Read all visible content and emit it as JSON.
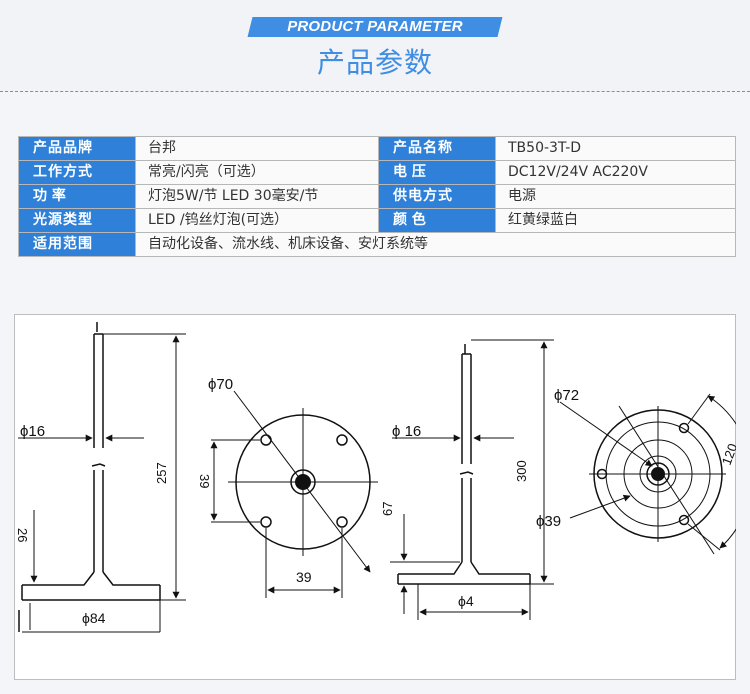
{
  "header": {
    "banner_text": "PRODUCT PARAMETER",
    "title_cn": "产品参数",
    "accent_color": "#3f8ee3"
  },
  "params": {
    "rows": [
      {
        "l1": "产品品牌",
        "v1": "台邦",
        "l2": "产品名称",
        "v2": "TB50-3T-D"
      },
      {
        "l1": "工作方式",
        "v1": "常亮/闪亮（可选）",
        "l2": "电  压",
        "v2": "DC12V/24V  AC220V"
      },
      {
        "l1": "功  率",
        "v1": "灯泡5W/节 LED 30毫安/节",
        "l2": "供电方式",
        "v2": "电源"
      },
      {
        "l1": "光源类型",
        "v1": "LED /钨丝灯泡(可选）",
        "l2": "颜  色",
        "v2": "红黄绿蓝白"
      }
    ],
    "full_row": {
      "label": "适用范围",
      "value": "自动化设备、流水线、机床设备、安灯系统等"
    }
  },
  "drawing": {
    "left_pole": {
      "dia_top": "ϕ16",
      "height": "257",
      "base_h": "26",
      "base_dia": "ϕ84"
    },
    "left_top": {
      "outer_dia": "ϕ70",
      "side": "39",
      "bottom": "39"
    },
    "right_pole": {
      "dia_top": "ϕ 16",
      "height": "300",
      "base_h": "67",
      "base_dia": "ϕ4"
    },
    "right_top": {
      "outer_dia": "ϕ72",
      "hole_dia": "ϕ39",
      "pitch": "120"
    }
  }
}
